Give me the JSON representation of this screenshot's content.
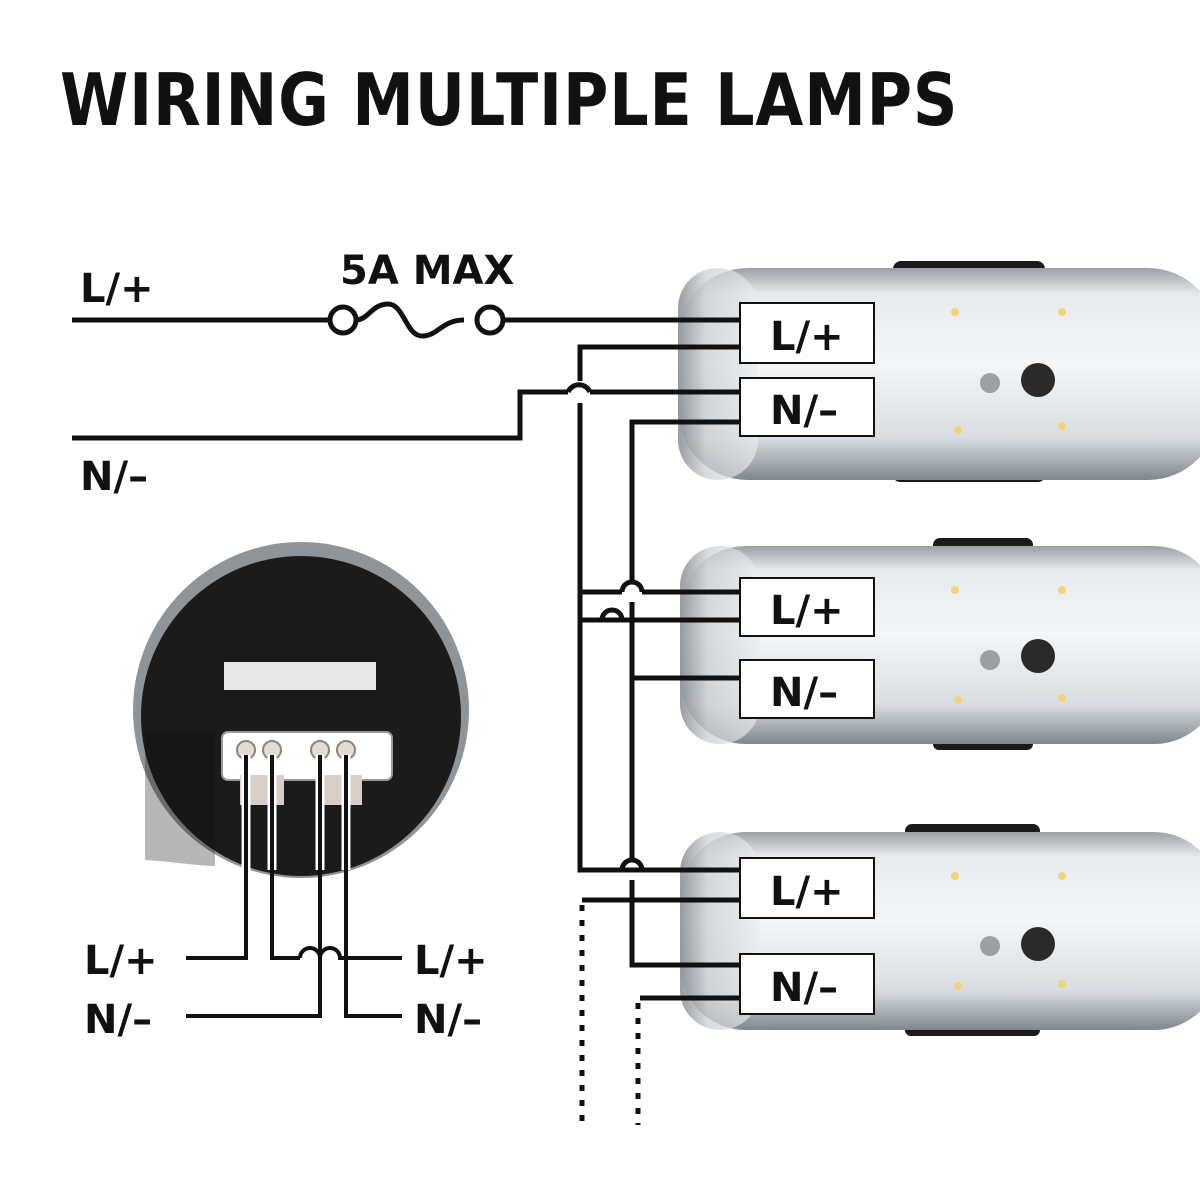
{
  "title": "WIRING MULTIPLE LAMPS",
  "supply": {
    "live_label": "L/+",
    "neutral_label": "N/–",
    "fuse_label": "5A MAX"
  },
  "lamps": [
    {
      "live_label": "L/+",
      "neutral_label": "N/–"
    },
    {
      "live_label": "L/+",
      "neutral_label": "N/–"
    },
    {
      "live_label": "L/+",
      "neutral_label": "N/–"
    }
  ],
  "connector": {
    "left_live_label": "L/+",
    "left_neutral_label": "N/–",
    "right_live_label": "L/+",
    "right_neutral_label": "N/–"
  },
  "colors": {
    "wire": "#111111",
    "lamp_body": "#d6dadd",
    "lamp_dark": "#1a1a1a",
    "led": "#f2d27a"
  }
}
